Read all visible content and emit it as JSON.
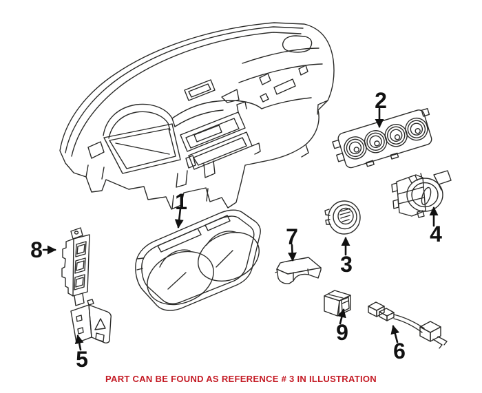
{
  "diagram": {
    "callouts": [
      {
        "ref": "1"
      },
      {
        "ref": "2"
      },
      {
        "ref": "3"
      },
      {
        "ref": "4"
      },
      {
        "ref": "5"
      },
      {
        "ref": "6"
      },
      {
        "ref": "7"
      },
      {
        "ref": "8"
      },
      {
        "ref": "9"
      }
    ],
    "caption": {
      "text": "PART CAN BE FOUND AS REFERENCE # 3 IN ILLUSTRATION",
      "color": "#c41a24"
    },
    "colors": {
      "background": "#ffffff",
      "line_art": "#2a2a28",
      "callout_text": "#111111"
    }
  }
}
